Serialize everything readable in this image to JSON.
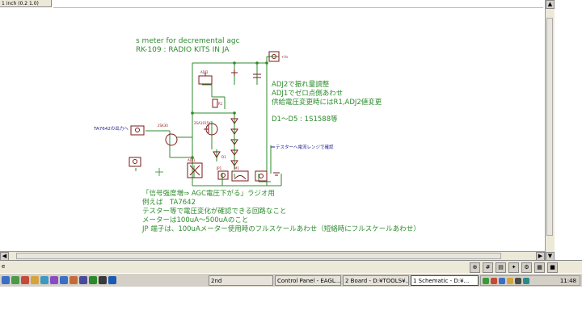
{
  "toolbar": {
    "coordinate": "1 inch (0.2 1.0)"
  },
  "schematic": {
    "title1": "s meter for decremental agc",
    "title2": "RK-109 : RADIO KITS IN JA",
    "notes_right": [
      "ADJ2で振れ量調整",
      "ADJ1でゼロ点側あわせ",
      "供給電圧変更時にはR1,ADJ2値変更"
    ],
    "diode_note": "D1～D5 : 1S1588等",
    "input_label": "TA7642の出力へ",
    "meter_note": "テスターへ電流レンジで確認",
    "notes_bottom": [
      "「信号強度増⇒ AGC電圧下がる」ラジオ用",
      "例えば　TA7642",
      "テスター等で電圧変化が確認できる回路なこと",
      "メーターは100uA～500uAのこと",
      "JP 端子は、100uAメーター使用時のフルスケールあわせ（短絡時にフルスケールあわせ）"
    ],
    "parts": {
      "q1": "2SA1015Y",
      "q2": "2SK30",
      "d": "D1",
      "r1": "R1",
      "adj1": "ADJ1",
      "adj2": "ADJ2",
      "jp": "JP1",
      "vdd": "+Vs",
      "m": "M1"
    }
  },
  "status": {
    "left": "e"
  },
  "taskbar": {
    "tasks": [
      {
        "label": "2nd",
        "active": false
      },
      {
        "label": "Control Panel - EAGL...",
        "active": false
      },
      {
        "label": "2 Board - D:¥TOOLS¥...",
        "active": false
      },
      {
        "label": "1 Schematic - D:¥...",
        "active": true
      }
    ],
    "clock": "11:48"
  },
  "colors": {
    "wire": "#2e8b2e",
    "text_green": "#2e8b2e",
    "part": "#7a1a1a",
    "text_red": "#8b1a1a",
    "label_blue": "#1a1a8b"
  }
}
